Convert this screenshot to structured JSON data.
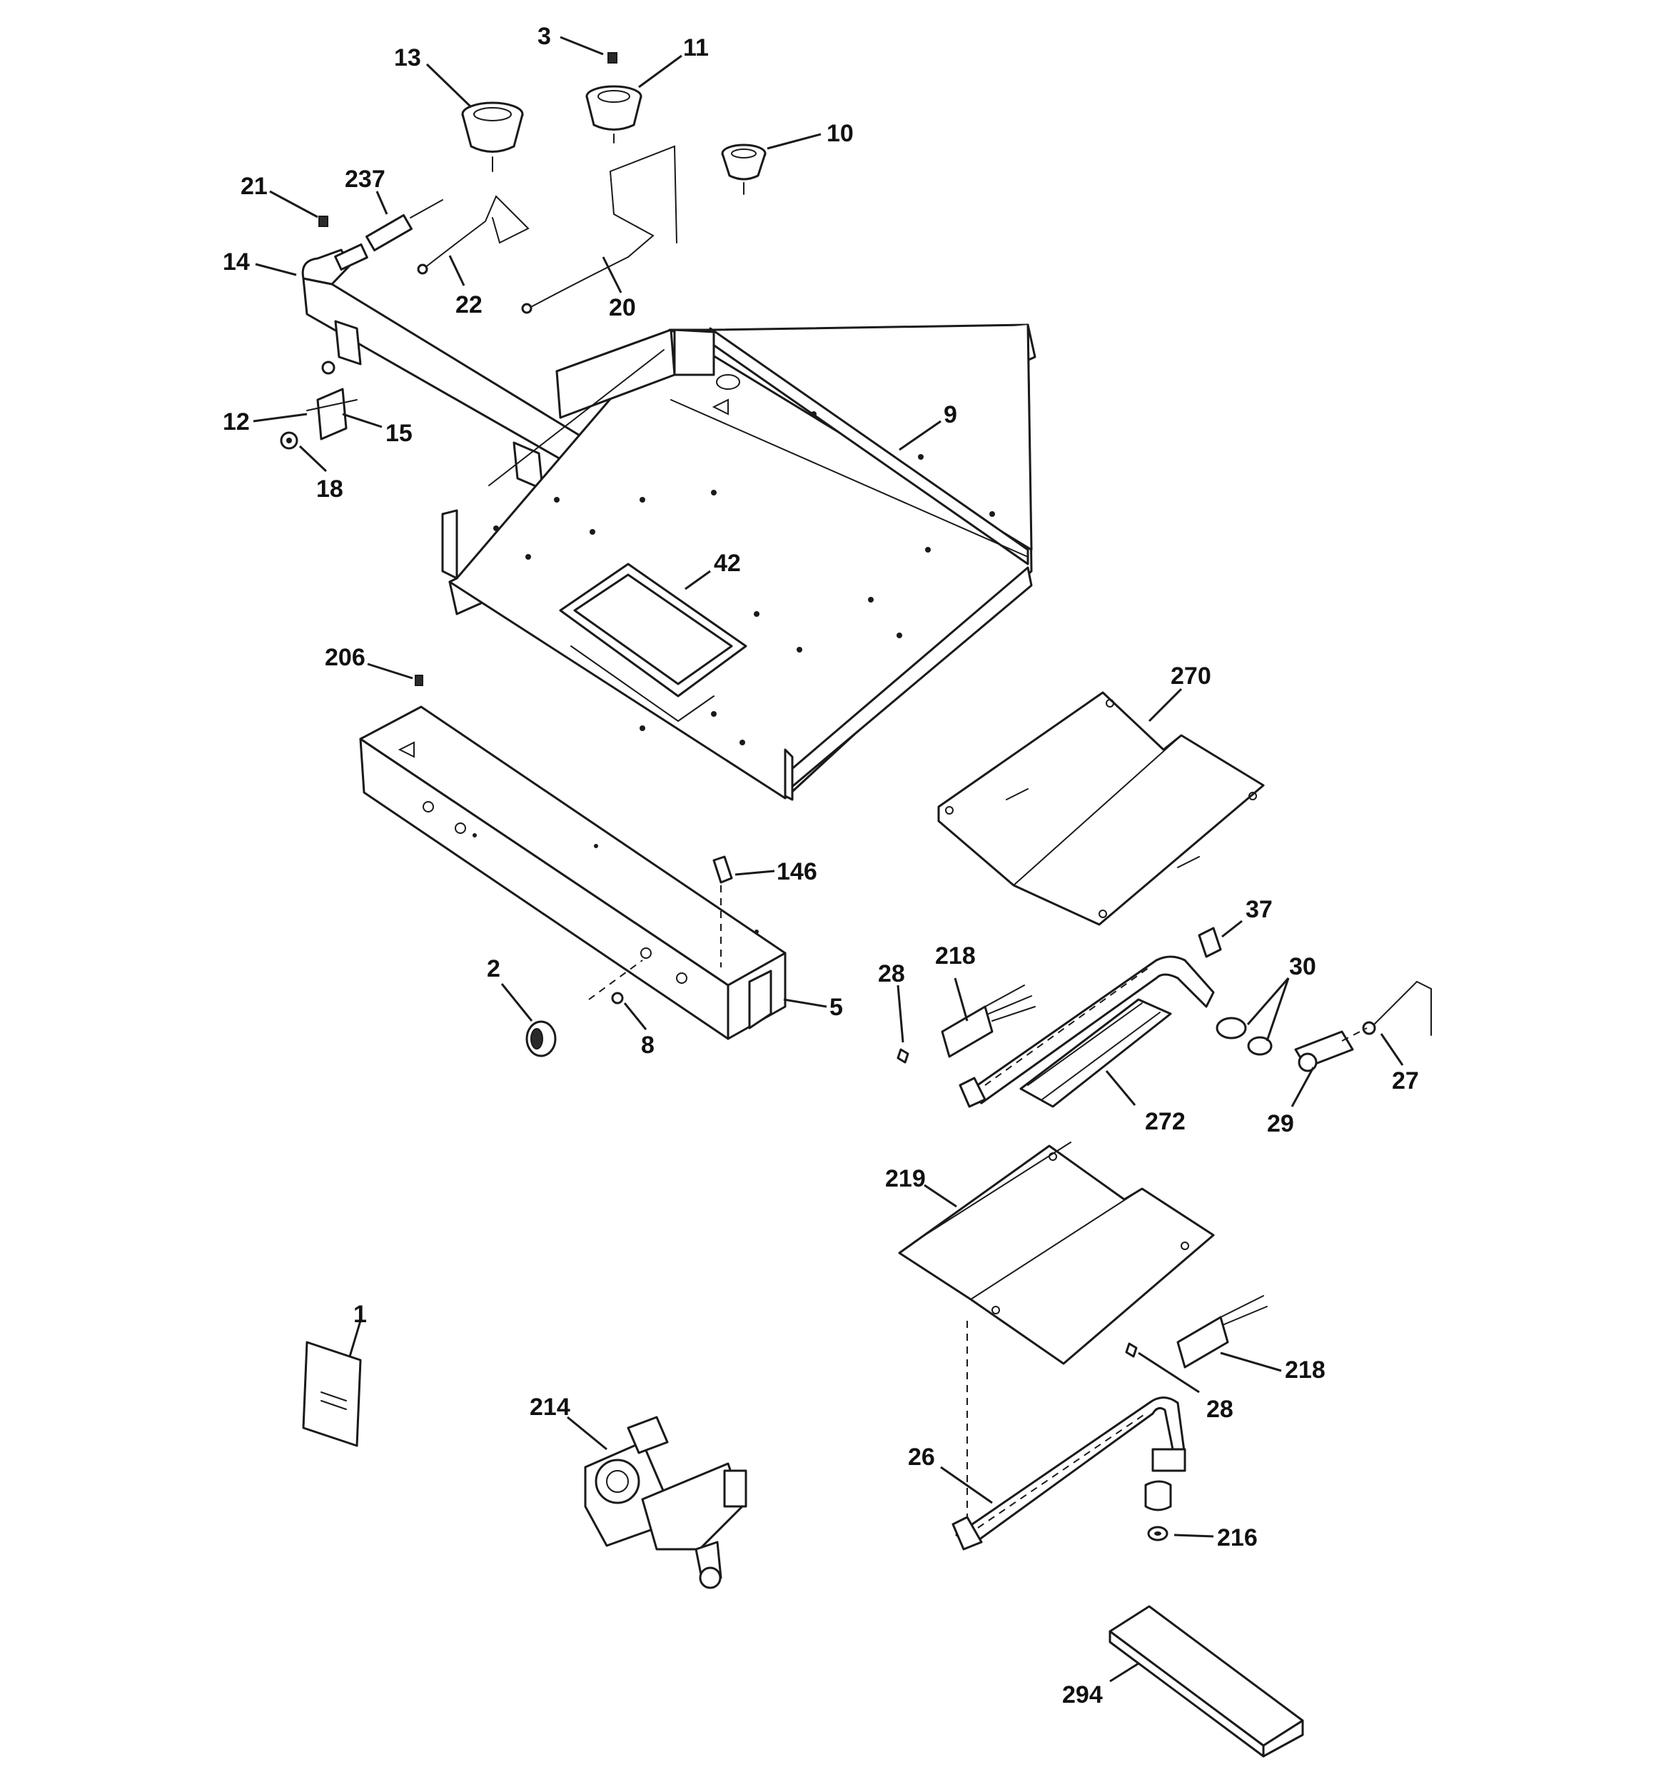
{
  "callouts": [
    {
      "id": "c13",
      "text": "13"
    },
    {
      "id": "c3",
      "text": "3"
    },
    {
      "id": "c11",
      "text": "11"
    },
    {
      "id": "c10",
      "text": "10"
    },
    {
      "id": "c21",
      "text": "21"
    },
    {
      "id": "c237",
      "text": "237"
    },
    {
      "id": "c14",
      "text": "14"
    },
    {
      "id": "c22",
      "text": "22"
    },
    {
      "id": "c20",
      "text": "20"
    },
    {
      "id": "c9",
      "text": "9"
    },
    {
      "id": "c12",
      "text": "12"
    },
    {
      "id": "c15",
      "text": "15"
    },
    {
      "id": "c18",
      "text": "18"
    },
    {
      "id": "c42",
      "text": "42"
    },
    {
      "id": "c206",
      "text": "206"
    },
    {
      "id": "c270",
      "text": "270"
    },
    {
      "id": "c146",
      "text": "146"
    },
    {
      "id": "c37",
      "text": "37"
    },
    {
      "id": "c2",
      "text": "2"
    },
    {
      "id": "c28a",
      "text": "28"
    },
    {
      "id": "c218a",
      "text": "218"
    },
    {
      "id": "c30",
      "text": "30"
    },
    {
      "id": "c5",
      "text": "5"
    },
    {
      "id": "c8",
      "text": "8"
    },
    {
      "id": "c27",
      "text": "27"
    },
    {
      "id": "c272",
      "text": "272"
    },
    {
      "id": "c29",
      "text": "29"
    },
    {
      "id": "c219",
      "text": "219"
    },
    {
      "id": "c1",
      "text": "1"
    },
    {
      "id": "c218b",
      "text": "218"
    },
    {
      "id": "c214",
      "text": "214"
    },
    {
      "id": "c28b",
      "text": "28"
    },
    {
      "id": "c26",
      "text": "26"
    },
    {
      "id": "c216",
      "text": "216"
    },
    {
      "id": "c294",
      "text": "294"
    }
  ]
}
